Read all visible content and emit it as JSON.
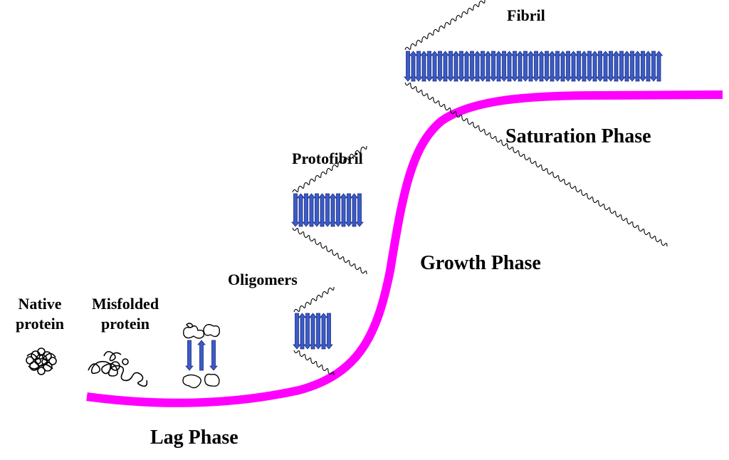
{
  "colors": {
    "curve": "#ff00ff",
    "strand": "#3b5bc9",
    "strand_edge": "#1a2a7a",
    "ink": "#000000"
  },
  "labels": {
    "native_line1": "Native",
    "native_line2": "protein",
    "misfolded_line1": "Misfolded",
    "misfolded_line2": "protein",
    "oligomers": "Oligomers",
    "protofibril": "Protofibril",
    "fibril": "Fibril",
    "lag_phase": "Lag Phase",
    "growth_phase": "Growth Phase",
    "saturation_phase": "Saturation Phase"
  },
  "icons": [
    "native-protein-icon",
    "misfolded-protein-icon",
    "nucleus-icon",
    "oligomer-icon",
    "protofibril-icon",
    "fibril-icon"
  ]
}
